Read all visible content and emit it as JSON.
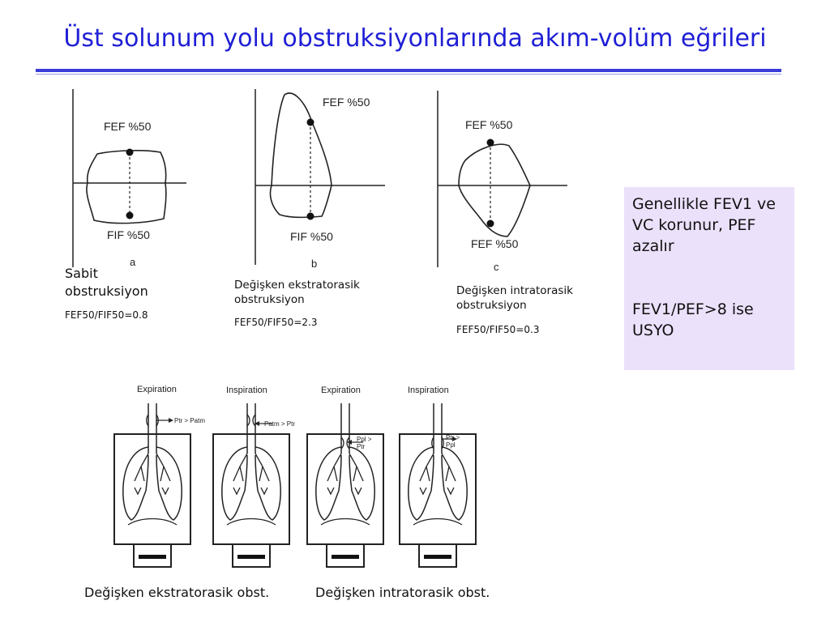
{
  "title": "Üst solunum yolu obstruksiyonlarında akım-volüm eğrileri",
  "panels": [
    {
      "letter": "a",
      "fef_label": "FEF %50",
      "fif_label": "FIF %50",
      "caption": [
        "Sabit",
        "obstruksiyon"
      ],
      "ratio": "FEF50/FIF50=0.8"
    },
    {
      "letter": "b",
      "fef_label": "FEF %50",
      "fif_label": "FIF %50",
      "caption": [
        "Değişken ekstratorasik",
        "obstruksiyon"
      ],
      "ratio": "FEF50/FIF50=2.3"
    },
    {
      "letter": "c",
      "fef_label": "FEF %50",
      "fif_label": "FEF %50",
      "caption": [
        "Değişken intratorasik",
        "obstruksiyon"
      ],
      "ratio": "FEF50/FIF50=0.3"
    }
  ],
  "info_box": {
    "line1": "Genellikle FEV1 ve VC korunur, PEF azalır",
    "line2": "FEV1/PEF>8 ise USYO"
  },
  "lung_diagrams": [
    {
      "label": "Expiration",
      "pressure": [
        "Ptr > Patm"
      ]
    },
    {
      "label": "Inspiration",
      "pressure": [
        "Patm > Ptr"
      ]
    },
    {
      "label": "Expiration",
      "pressure": [
        "Ppl >",
        "Ptr"
      ]
    },
    {
      "label": "Inspiration",
      "pressure": [
        "Ptr >",
        "Ppl"
      ]
    }
  ],
  "bottom_captions": [
    "Değişken ekstratorasik obst.",
    "Değişken intratorasik obst."
  ]
}
